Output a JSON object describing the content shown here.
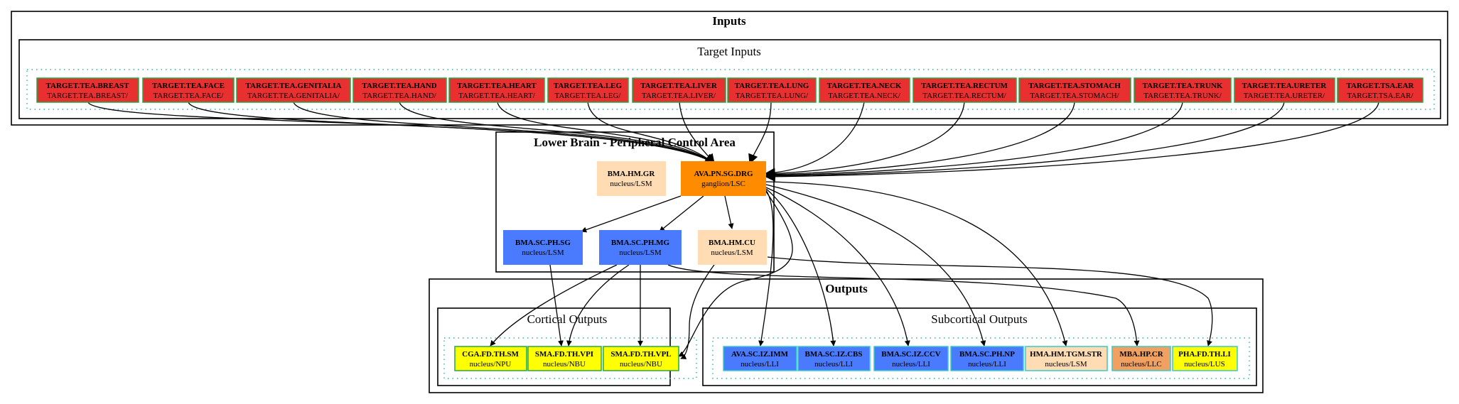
{
  "clusters": {
    "inputs": "Inputs",
    "target_inputs": "Target Inputs",
    "lower_brain": "Lower Brain - Peripheral Control Area",
    "outputs": "Outputs",
    "cortical_outputs": "Cortical Outputs",
    "subcortical_outputs": "Subcortical Outputs"
  },
  "colors": {
    "target": "#e83030",
    "orange": "#ff8c00",
    "peach": "#ffdcb4",
    "blue": "#4a7bff",
    "yellow": "#ffff00",
    "brown_orange": "#f0a060",
    "node_border_green": "#22aa44",
    "node_border_cyan": "#33cccc"
  },
  "nodes": {
    "in_breast": {
      "title": "TARGET.TEA.BREAST",
      "sub": "TARGET.TEA.BREAST/"
    },
    "in_face": {
      "title": "TARGET.TEA.FACE",
      "sub": "TARGET.TEA.FACE/"
    },
    "in_genitalia": {
      "title": "TARGET.TEA.GENITALIA",
      "sub": "TARGET.TEA.GENITALIA/"
    },
    "in_hand": {
      "title": "TARGET.TEA.HAND",
      "sub": "TARGET.TEA.HAND/"
    },
    "in_heart": {
      "title": "TARGET.TEA.HEART",
      "sub": "TARGET.TEA.HEART/"
    },
    "in_leg": {
      "title": "TARGET.TEA.LEG",
      "sub": "TARGET.TEA.LEG/"
    },
    "in_liver": {
      "title": "TARGET.TEA.LIVER",
      "sub": "TARGET.TEA.LIVER/"
    },
    "in_lung": {
      "title": "TARGET.TEA.LUNG",
      "sub": "TARGET.TEA.LUNG/"
    },
    "in_neck": {
      "title": "TARGET.TEA.NECK",
      "sub": "TARGET.TEA.NECK/"
    },
    "in_rectum": {
      "title": "TARGET.TEA.RECTUM",
      "sub": "TARGET.TEA.RECTUM/"
    },
    "in_stomach": {
      "title": "TARGET.TEA.STOMACH",
      "sub": "TARGET.TEA.STOMACH/"
    },
    "in_trunk": {
      "title": "TARGET.TEA.TRUNK",
      "sub": "TARGET.TEA.TRUNK/"
    },
    "in_ureter": {
      "title": "TARGET.TEA.URETER",
      "sub": "TARGET.TEA.URETER/"
    },
    "in_ear": {
      "title": "TARGET.TSA.EAR",
      "sub": "TARGET.TSA.EAR/"
    },
    "drg": {
      "title": "AVA.PN.SG.DRG",
      "sub": "ganglion/LSC"
    },
    "gr": {
      "title": "BMA.HM.GR",
      "sub": "nucleus/LSM"
    },
    "sg": {
      "title": "BMA.SC.PH.SG",
      "sub": "nucleus/LSM"
    },
    "mg": {
      "title": "BMA.SC.PH.MG",
      "sub": "nucleus/LSM"
    },
    "cu": {
      "title": "BMA.HM.CU",
      "sub": "nucleus/LSM"
    },
    "sm": {
      "title": "CGA.FD.TH.SM",
      "sub": "nucleus/NPU"
    },
    "vpi": {
      "title": "SMA.FD.TH.VPI",
      "sub": "nucleus/NBU"
    },
    "vpl": {
      "title": "SMA.FD.TH.VPL",
      "sub": "nucleus/NBU"
    },
    "imm": {
      "title": "AVA.SC.IZ.IMM",
      "sub": "nucleus/LLI"
    },
    "cbs": {
      "title": "BMA.SC.IZ.CBS",
      "sub": "nucleus/LLI"
    },
    "ccv": {
      "title": "BMA.SC.IZ.CCV",
      "sub": "nucleus/LLI"
    },
    "np": {
      "title": "BMA.SC.PH.NP",
      "sub": "nucleus/LLI"
    },
    "str": {
      "title": "HMA.HM.TGM.STR",
      "sub": "nucleus/LSM"
    },
    "cr": {
      "title": "MBA.HP.CR",
      "sub": "nucleus/LLC"
    },
    "li": {
      "title": "PHA.FD.TH.LI",
      "sub": "nucleus/LUS"
    }
  }
}
